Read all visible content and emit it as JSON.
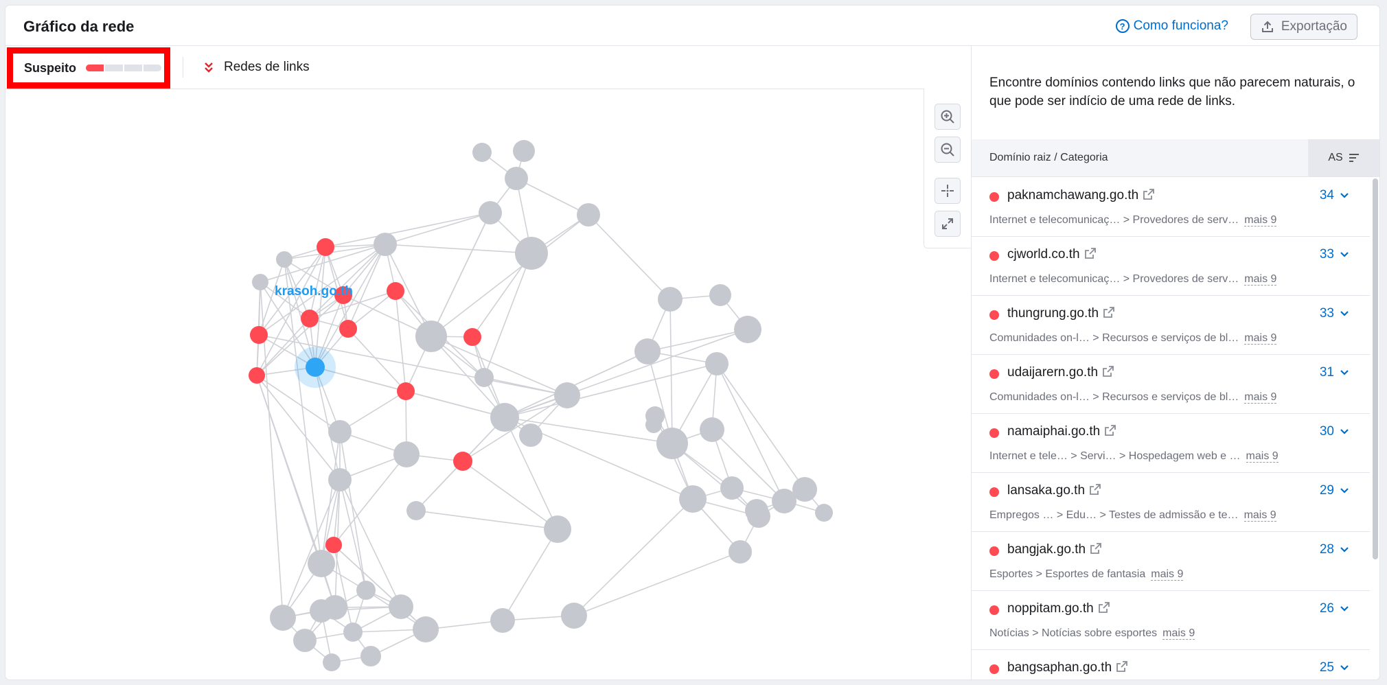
{
  "header": {
    "title": "Gráfico da rede",
    "how_it_works": "Como funciona?",
    "export_label": "Exportação"
  },
  "toolbar": {
    "suspect_label": "Suspeito",
    "suspect_level": 0.25,
    "networks_label": "Redes de links"
  },
  "graph": {
    "highlighted_label": "krasoh.go.th",
    "colors": {
      "suspicious": "#ff4953",
      "normal": "#c6c8cf",
      "highlight": "#2fa6f5",
      "edge": "#cfd1d6"
    }
  },
  "panel": {
    "description": "Encontre domínios contendo links que não parecem naturais, o que pode ser indício de uma rede de links.",
    "col_domain": "Domínio raiz / Categoria",
    "col_as": "AS",
    "rows": [
      {
        "domain": "paknamchawang.go.th",
        "category": "Internet e telecomunicaç…  > Provedores de serv…",
        "more": "mais 9",
        "as": "34"
      },
      {
        "domain": "cjworld.co.th",
        "category": "Internet e telecomunicaç…  > Provedores de serv…",
        "more": "mais 9",
        "as": "33"
      },
      {
        "domain": "thungrung.go.th",
        "category": "Comunidades on-l…  > Recursos e serviços de bl…",
        "more": "mais 9",
        "as": "33"
      },
      {
        "domain": "udaijarern.go.th",
        "category": "Comunidades on-l…  > Recursos e serviços de bl…",
        "more": "mais 9",
        "as": "31"
      },
      {
        "domain": "namaiphai.go.th",
        "category": "Internet e tele…  > Servi…  > Hospedagem web e …",
        "more": "mais 9",
        "as": "30"
      },
      {
        "domain": "lansaka.go.th",
        "category": "Empregos …  > Edu…  > Testes de admissão e te…",
        "more": "mais 9",
        "as": "29"
      },
      {
        "domain": "bangjak.go.th",
        "category": "Esportes > Esportes de fantasia",
        "more": "mais 9",
        "as": "28"
      },
      {
        "domain": "noppitam.go.th",
        "category": "Notícias > Notícias sobre esportes",
        "more": "mais 9",
        "as": "26"
      },
      {
        "domain": "bangsaphan.go.th",
        "category": "",
        "more": "",
        "as": "25"
      }
    ]
  }
}
